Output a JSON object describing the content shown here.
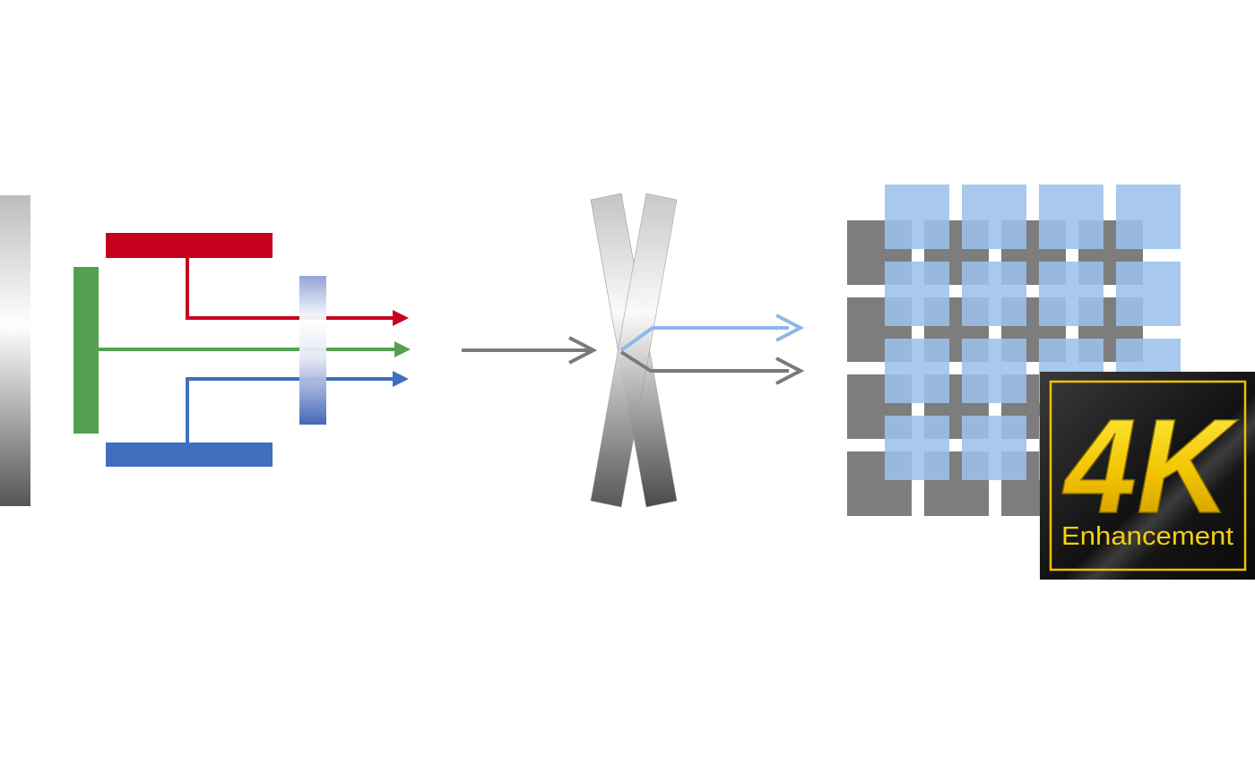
{
  "colors": {
    "red": "#c8001e",
    "green": "#55a050",
    "blue": "#3f6fbe",
    "gray_arrow": "#7a7a7a",
    "light_blue": "#8cb8e8",
    "pixel_gray": "#7d7d7d",
    "pixel_blue": "#9cc2ea",
    "badge_gold": "#f0c000",
    "badge_bg": "#1a1a1a"
  },
  "icons": {
    "lamp": "lamp-bar-icon",
    "dichroic": "dichroic-mirror-icon",
    "sxrd": "reflective-panel-icon",
    "pixels": "pixel-grid-icon",
    "badge": "4k-enhancement-badge"
  },
  "badge": {
    "big": "4K",
    "small": "Enhancement"
  }
}
